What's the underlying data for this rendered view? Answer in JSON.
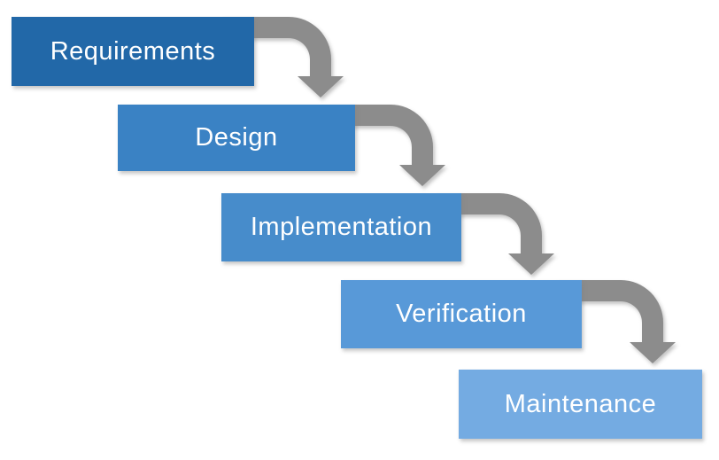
{
  "diagram": {
    "type": "waterfall-process-flow",
    "background_color": "#FFFFFF",
    "text_color": "#FFFFFF",
    "connector_color": "#8C8C8C",
    "steps": [
      {
        "label": "Requirements",
        "color": "#2268A8"
      },
      {
        "label": "Design",
        "color": "#3A82C4"
      },
      {
        "label": "Implementation",
        "color": "#478CCB"
      },
      {
        "label": "Verification",
        "color": "#5899D8"
      },
      {
        "label": "Maintenance",
        "color": "#74ABE2"
      }
    ]
  }
}
